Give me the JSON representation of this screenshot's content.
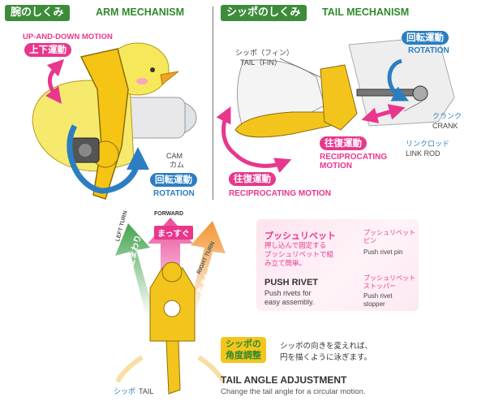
{
  "arm": {
    "title_jp": "腕のしくみ",
    "title_en": "ARM MECHANISM",
    "updown_en": "UP-AND-DOWN MOTION",
    "updown_jp": "上下運動",
    "cam_en": "CAM",
    "cam_jp": "カム",
    "rotation_jp": "回転運動",
    "rotation_en": "ROTATION"
  },
  "tail": {
    "title_jp": "シッポのしくみ",
    "title_en": "TAIL MECHANISM",
    "fin_jp": "シッポ（フィン）",
    "fin_en": "TAIL（FIN）",
    "rotation_jp": "回転運動",
    "rotation_en": "ROTATION",
    "crank_jp": "クランク",
    "crank_en": "CRANK",
    "recip_jp": "往復運動",
    "recip_en_1": "RECIPROCATING",
    "recip_en_2": "MOTION",
    "linkrod_jp": "リンクロッド",
    "linkrod_en": "LINK ROD",
    "recip2_jp": "往復運動",
    "recip2_en": "RECIPROCATING MOTION"
  },
  "steer": {
    "forward_en": "FORWARD",
    "forward_jp": "まっすぐ",
    "left_en": "LEFT TURN",
    "left_jp": "左まわり",
    "right_en": "RIGHT TURN",
    "right_jp": "右まわり",
    "tail_jp": "シッポ",
    "tail_en": "TAIL"
  },
  "rivet": {
    "title_jp": "プッシュリベット",
    "desc_jp_1": "押し込んで固定する",
    "desc_jp_2": "プッシュリベットで組",
    "desc_jp_3": "み立て簡単。",
    "title_en": "PUSH RIVET",
    "desc_en_1": "Push rivets for",
    "desc_en_2": "easy assembly.",
    "pin_jp_1": "プッシュリベット",
    "pin_jp_2": "ピン",
    "pin_en": "Push rivet pin",
    "stopper_jp_1": "プッシュリベット",
    "stopper_jp_2": "ストッパー",
    "stopper_en_1": "Push rivet",
    "stopper_en_2": "stopper"
  },
  "angle": {
    "tag_1": "シッポの",
    "tag_2": "角度調整",
    "desc_jp_1": "シッポの向きを変えれば、",
    "desc_jp_2": "円を描くように泳ぎます。",
    "title_en": "TAIL ANGLE ADJUSTMENT",
    "desc_en": "Change the tail angle for a circular motion."
  },
  "colors": {
    "green": "#2f8a2c",
    "pink": "#e8378d",
    "blue": "#2b7ec2",
    "yellow": "#f4c51d",
    "orange": "#f08a1c"
  }
}
